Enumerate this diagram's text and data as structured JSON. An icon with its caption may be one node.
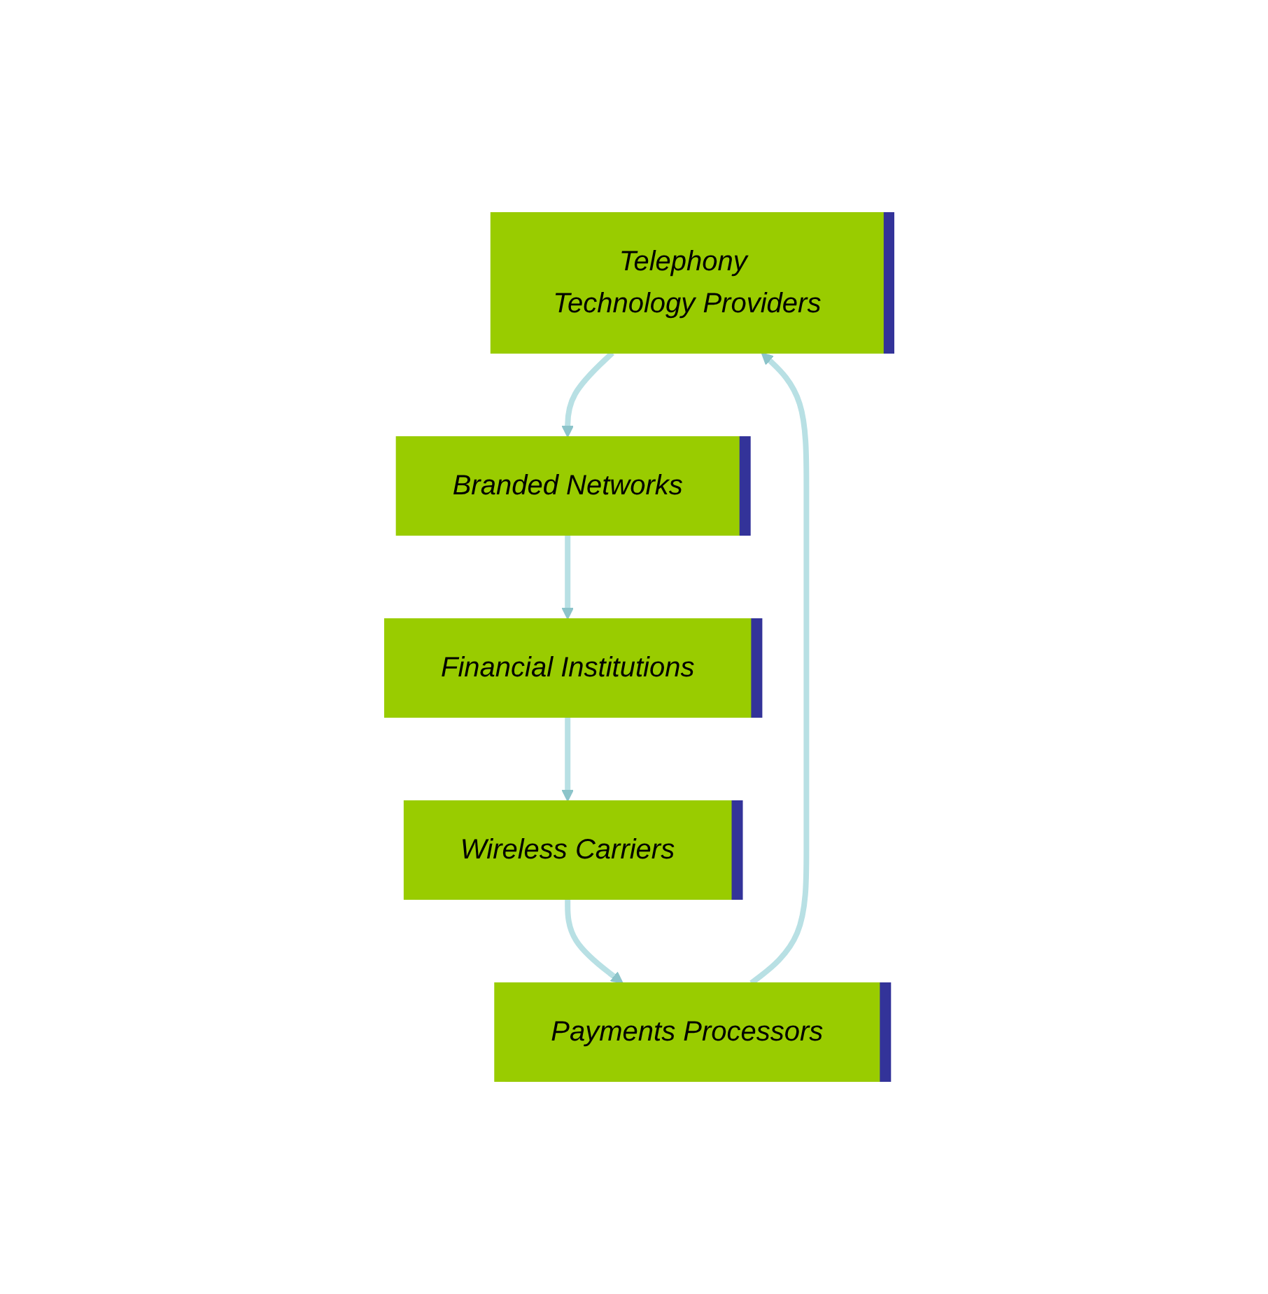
{
  "diagram": {
    "nodes": [
      {
        "text": [
          "Telephony Technology Providers"
        ]
      },
      {
        "text": [
          "Branded Networks"
        ]
      },
      {
        "text": [
          "Financial Institutions"
        ]
      },
      {
        "text": [
          "Wireless Carriers"
        ]
      },
      {
        "text": [
          "Payments Processors"
        ]
      }
    ],
    "edges": [
      {
        "from": 0,
        "to": 1,
        "arrow": "to"
      },
      {
        "from": 1,
        "to": 2,
        "arrow": "to"
      },
      {
        "from": 2,
        "to": 3,
        "arrow": "to"
      },
      {
        "from": 3,
        "to": 4,
        "arrow": "to"
      },
      {
        "from": 4,
        "to": 0,
        "arrow": "to"
      }
    ]
  }
}
